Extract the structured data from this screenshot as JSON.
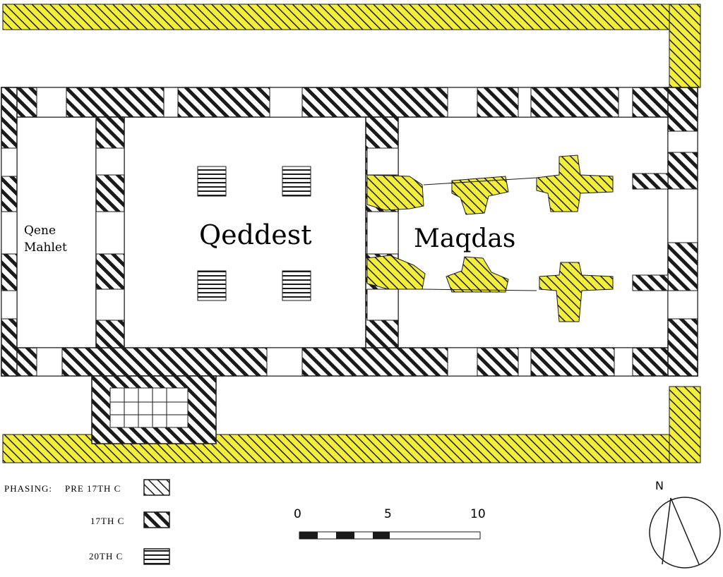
{
  "rooms": {
    "qene_mahlet_line1": "Qene",
    "qene_mahlet_line2": "Mahlet",
    "qeddest": "Qeddest",
    "maqdas": "Maqdas"
  },
  "legend": {
    "heading": "PHASING:",
    "items": [
      {
        "label": "PRE 17TH C",
        "pattern": "hatch-light"
      },
      {
        "label": "17TH C",
        "pattern": "hatch-heavy"
      },
      {
        "label": "20TH C",
        "pattern": "horizontal-lines"
      }
    ]
  },
  "scale_bar": {
    "ticks": [
      "0",
      "5",
      "10"
    ]
  },
  "north_arrow": {
    "label": "N"
  },
  "colors": {
    "highlight": "#f2ee3a",
    "ink": "#1a1a1a",
    "paper": "#ffffff"
  }
}
